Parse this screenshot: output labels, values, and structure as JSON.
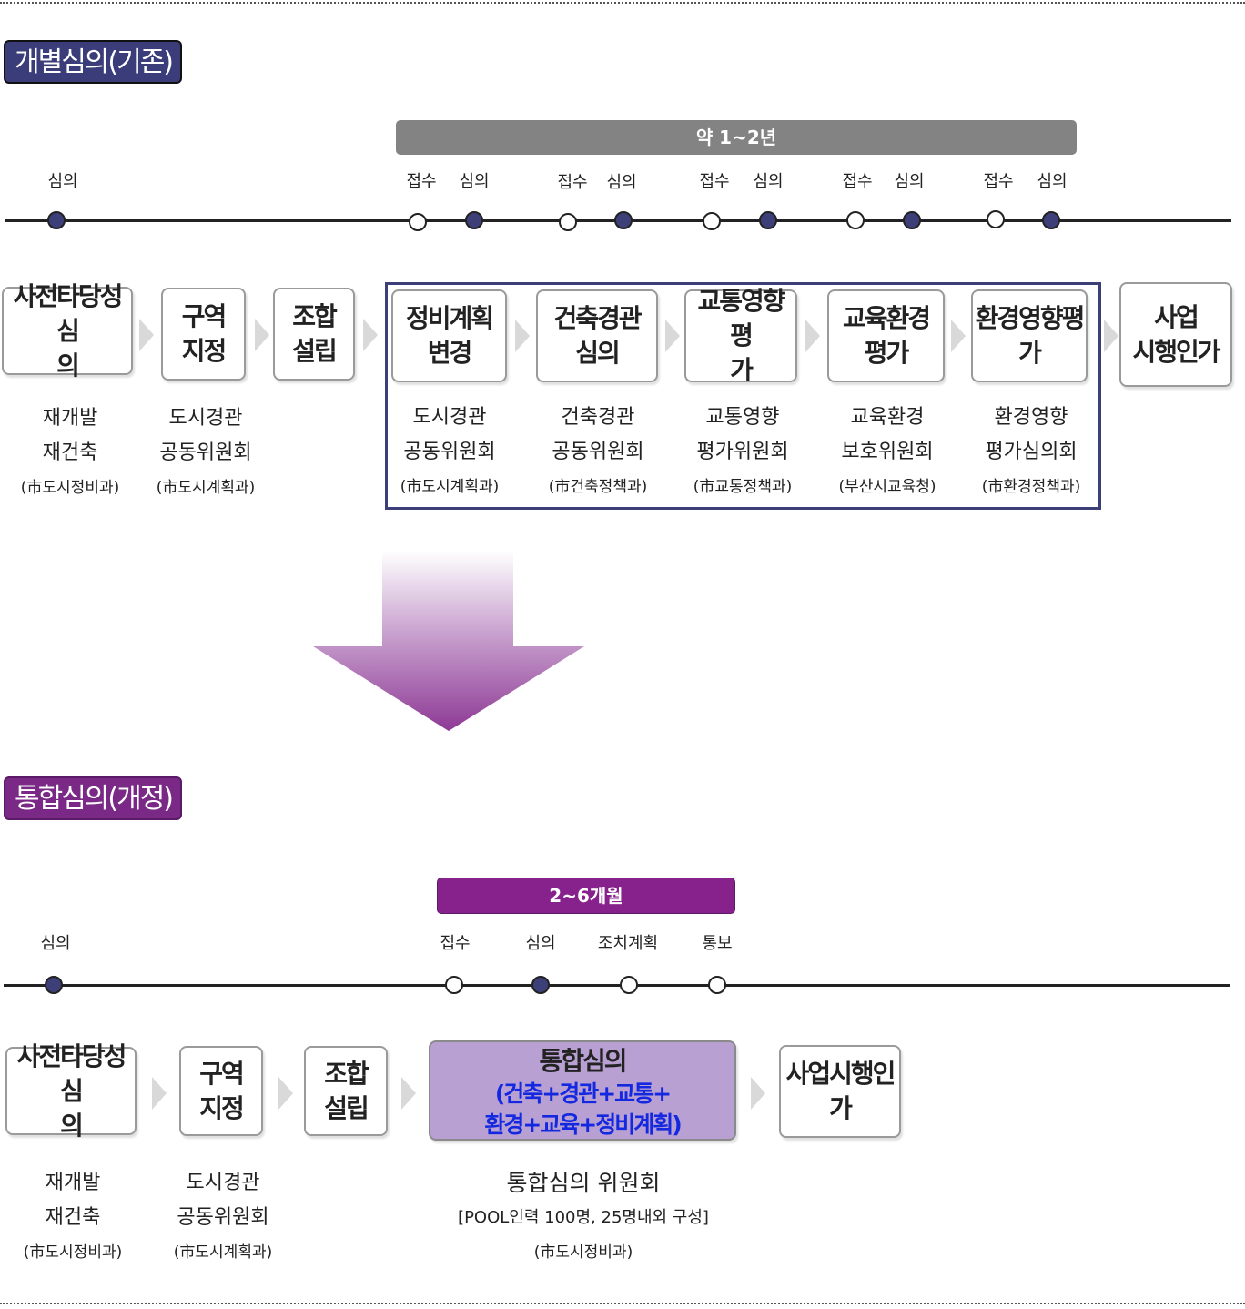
{
  "existing": {
    "tag": "개별심의(기존)",
    "duration": "약 1~2년",
    "timeline_labels": [
      "심의",
      "접수",
      "심의",
      "접수",
      "심의",
      "접수",
      "심의",
      "접수",
      "심의",
      "접수",
      "심의"
    ],
    "steps": [
      {
        "line1": "사전타당성심",
        "line2": "의"
      },
      {
        "line1": "구역",
        "line2": "지정"
      },
      {
        "line1": "조합",
        "line2": "설립"
      },
      {
        "line1": "정비계획",
        "line2": "변경"
      },
      {
        "line1": "건축경관",
        "line2": "심의"
      },
      {
        "line1": "교통영향평",
        "line2": "가"
      },
      {
        "line1": "교육환경",
        "line2": "평가"
      },
      {
        "line1": "환경영향평",
        "line2": "가"
      },
      {
        "line1": "사업",
        "line2": "시행인가"
      }
    ],
    "descs": [
      {
        "l1": "재개발",
        "l2": "재건축",
        "l3": "(市도시정비과)"
      },
      {
        "l1": "도시경관",
        "l2": "공동위원회",
        "l3": "(市도시계획과)"
      },
      {
        "l1": "도시경관",
        "l2": "공동위원회",
        "l3": "(市도시계획과)"
      },
      {
        "l1": "건축경관",
        "l2": "공동위원회",
        "l3": "(市건축정책과)"
      },
      {
        "l1": "교통영향",
        "l2": "평가위원회",
        "l3": "(市교통정책과)"
      },
      {
        "l1": "교육환경",
        "l2": "보호위원회",
        "l3": "(부산시교육청)"
      },
      {
        "l1": "환경영향",
        "l2": "평가심의회",
        "l3": "(市환경정책과)"
      }
    ]
  },
  "revised": {
    "tag": "통합심의(개정)",
    "duration": "2~6개월",
    "timeline_labels": [
      "심의",
      "접수",
      "심의",
      "조치계획",
      "통보"
    ],
    "steps": [
      {
        "line1": "사전타당성심",
        "line2": "의"
      },
      {
        "line1": "구역",
        "line2": "지정"
      },
      {
        "line1": "조합",
        "line2": "설립"
      },
      {
        "line1": "사업시행인",
        "line2": "가"
      }
    ],
    "integrated": {
      "title": "통합심의",
      "line2": "(건축+경관+교통+",
      "line3": "환경+교육+정비계획)"
    },
    "descs": [
      {
        "l1": "재개발",
        "l2": "재건축",
        "l3": "(市도시정비과)"
      },
      {
        "l1": "도시경관",
        "l2": "공동위원회",
        "l3": "(市도시계획과)"
      }
    ],
    "committee": {
      "l1": "통합심의 위원회",
      "l2": "[POOL인력 100명, 25명내외 구성]",
      "l3": "(市도시정비과)"
    }
  },
  "colors": {
    "navy": "#3d3f78",
    "purple": "#87218c",
    "gray_bar": "#838383",
    "integrated_fill": "#b8a0d3",
    "integrated_text": "#1428e0"
  }
}
